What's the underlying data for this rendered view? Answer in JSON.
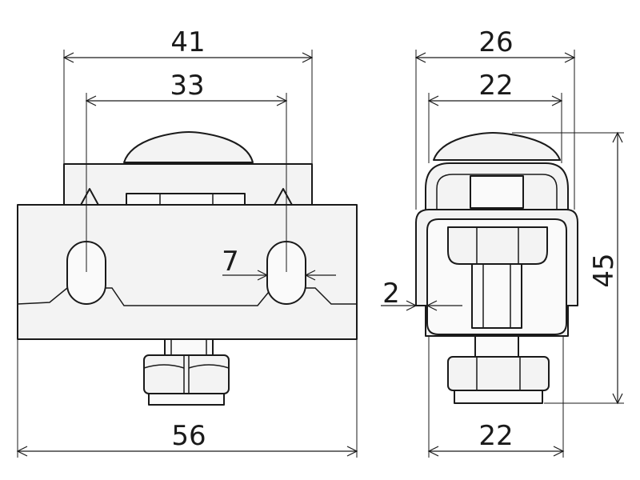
{
  "front_view": {
    "dim_overall_top": "41",
    "dim_slot_spacing": "33",
    "dim_slot_width": "7",
    "dim_base_width": "56"
  },
  "side_view": {
    "dim_overall_width": "26",
    "dim_inner_width": "22",
    "dim_height": "45",
    "dim_wall": "2",
    "dim_bottom_width": "22"
  }
}
